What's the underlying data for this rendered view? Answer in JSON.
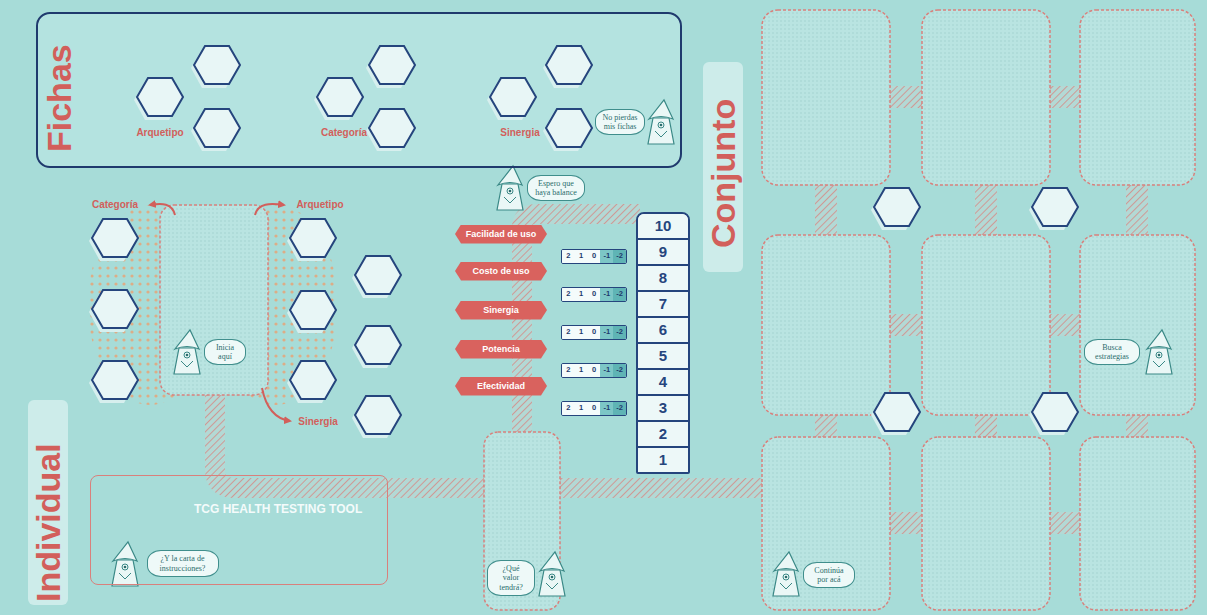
{
  "diagram": {
    "nodes": [
      {
        "text": [
          "Fichas"
        ]
      },
      {
        "text": [
          "No pierdas mis fichas"
        ],
        "in": 0
      },
      {
        "text": [
          "Espero que haya balance"
        ]
      },
      {
        "text": [
          "Inicia aquí"
        ]
      },
      {
        "text": [
          "Facilidad de uso"
        ]
      },
      {
        "text": [
          "Costo de uso"
        ]
      },
      {
        "text": [
          "Sinergia"
        ]
      },
      {
        "text": [
          "Potencia"
        ]
      },
      {
        "text": [
          "Efectividad"
        ]
      },
      {
        "text": [
          "2",
          "1",
          "0",
          "-1",
          "-2"
        ]
      },
      {
        "text": [
          "2",
          "1",
          "0",
          "-1",
          "-2"
        ]
      },
      {
        "text": [
          "2",
          "1",
          "0",
          "-1",
          "-2"
        ]
      },
      {
        "text": [
          "2",
          "1",
          "0",
          "-1",
          "-2"
        ]
      },
      {
        "text": [
          "2",
          "1",
          "0",
          "-1",
          "-2"
        ]
      },
      {
        "text": [
          "10",
          "9",
          "8",
          "7",
          "6",
          "5",
          "4",
          "3",
          "2",
          "1"
        ]
      },
      {
        "text": [
          "Busca estrategias"
        ]
      },
      {
        "text": [
          "TCG HEALTH TESTING TOOL"
        ]
      },
      {
        "text": [
          "¿Y la carta de instrucciones?"
        ],
        "in": 16
      },
      {
        "text": [
          "¿Qué valor tendrá?"
        ]
      },
      {
        "text": [
          "Continúa por acá"
        ]
      }
    ],
    "labels": [
      "Arquetipo",
      "Categoría",
      "Sinergia",
      "Conjunto",
      "Individual",
      "Categoría",
      "Arquetipo",
      "Sinergia"
    ]
  }
}
